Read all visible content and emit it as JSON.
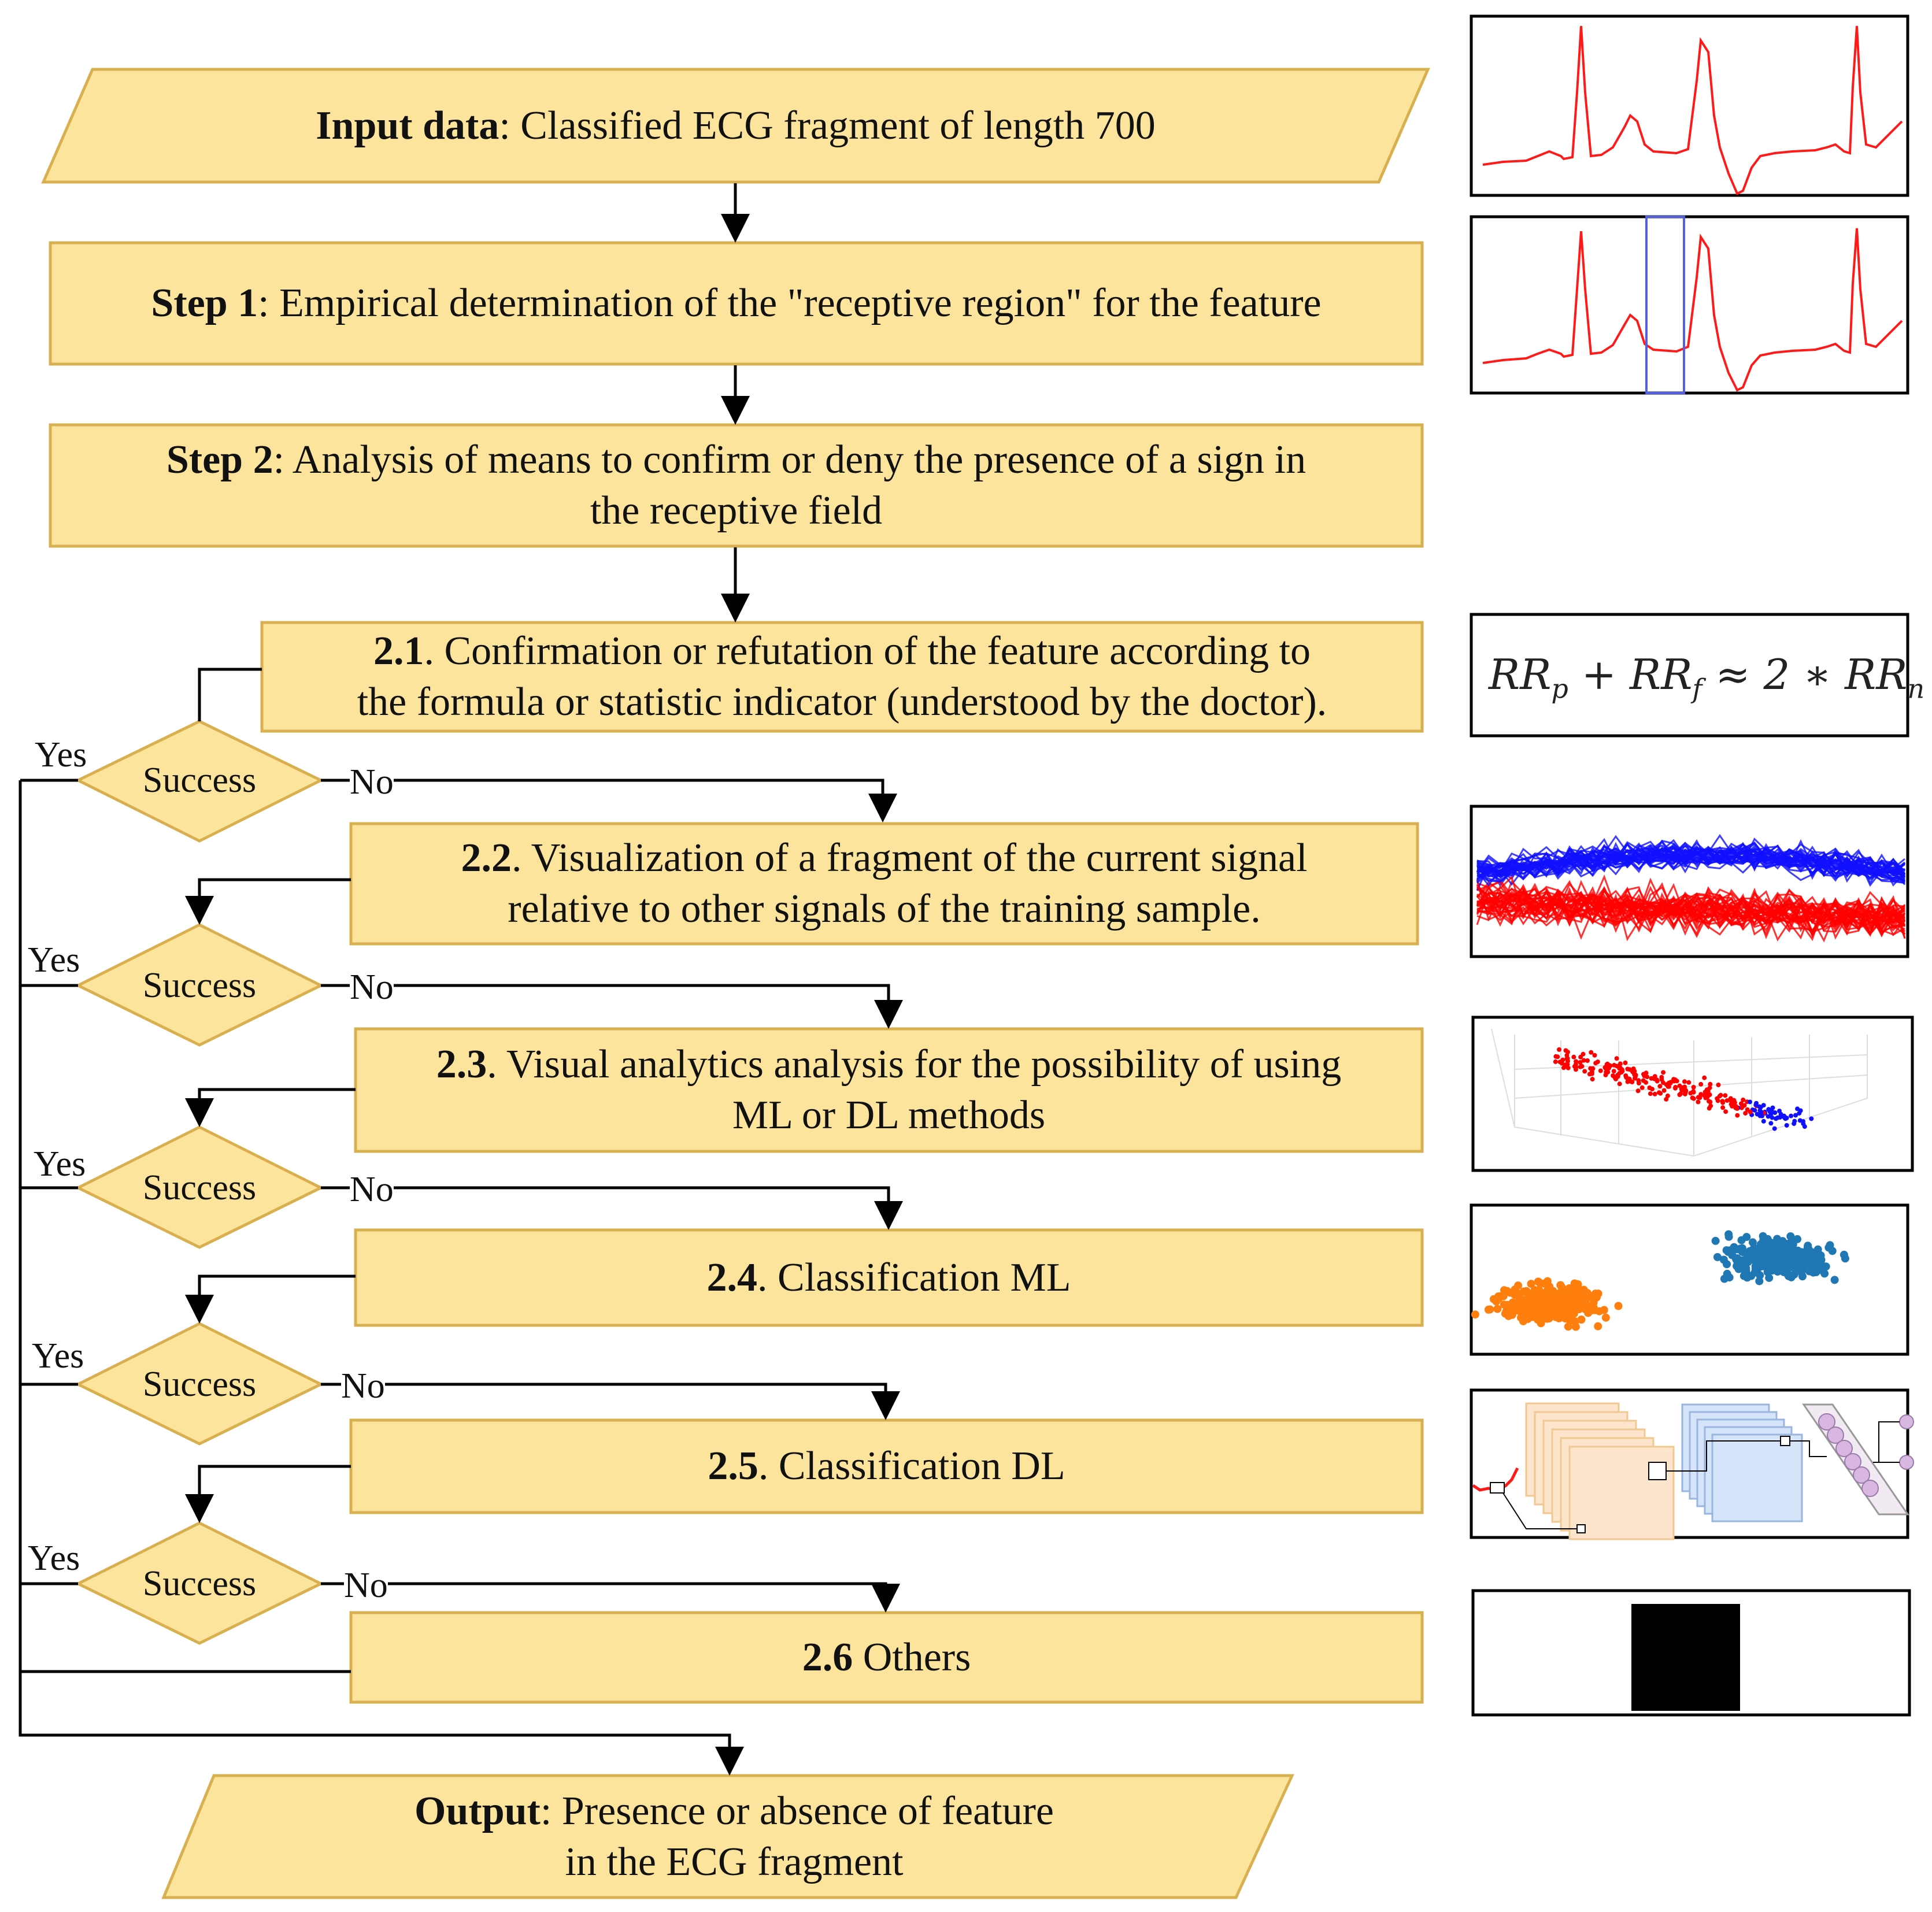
{
  "colors": {
    "box_fill": "#FCE49D",
    "box_stroke": "#D9B050",
    "line": "#000000",
    "ecg": "#FF1A1A",
    "window": "#5560E0",
    "blue": "#1010FF",
    "red": "#FF0000",
    "cluster_orange": "#FF7F0E",
    "cluster_blue": "#1F77B4"
  },
  "input": {
    "bold": "Input data",
    "rest": ": Classified ECG fragment of length 700"
  },
  "step1": {
    "bold": "Step 1",
    "rest": ": Empirical determination of the \"receptive region\" for the feature"
  },
  "step2": {
    "bold": "Step 2",
    "rest_line1": ": Analysis of means to confirm or deny the presence of a sign in",
    "line2": "the receptive field"
  },
  "s21": {
    "bold": "2.1",
    "rest_line1": ". Confirmation or refutation of the feature according to",
    "line2": "the formula or statistic indicator (understood by the doctor)."
  },
  "s22": {
    "bold": "2.2",
    "rest_line1": ". Visualization of a fragment of the current signal",
    "line2": "relative to other signals of the training sample."
  },
  "s23": {
    "bold": "2.3",
    "rest_line1": ". Visual analytics analysis for the possibility of using",
    "line2": "ML or DL methods"
  },
  "s24": {
    "bold": "2.4",
    "rest": ". Classification ML"
  },
  "s25": {
    "bold": "2.5",
    "rest": ". Classification DL"
  },
  "s26": {
    "bold": "2.6",
    "rest": " Others"
  },
  "output": {
    "bold": "Output",
    "rest_line1": ": Presence or absence of feature",
    "line2": "in the ECG fragment"
  },
  "decision": {
    "label": "Success",
    "yes": "Yes",
    "no": "No"
  },
  "formula": {
    "rr": "RR",
    "p": "p",
    "f": "f",
    "n": "n",
    "plus": " + ",
    "approx": " ≈ 2 ∗ "
  }
}
